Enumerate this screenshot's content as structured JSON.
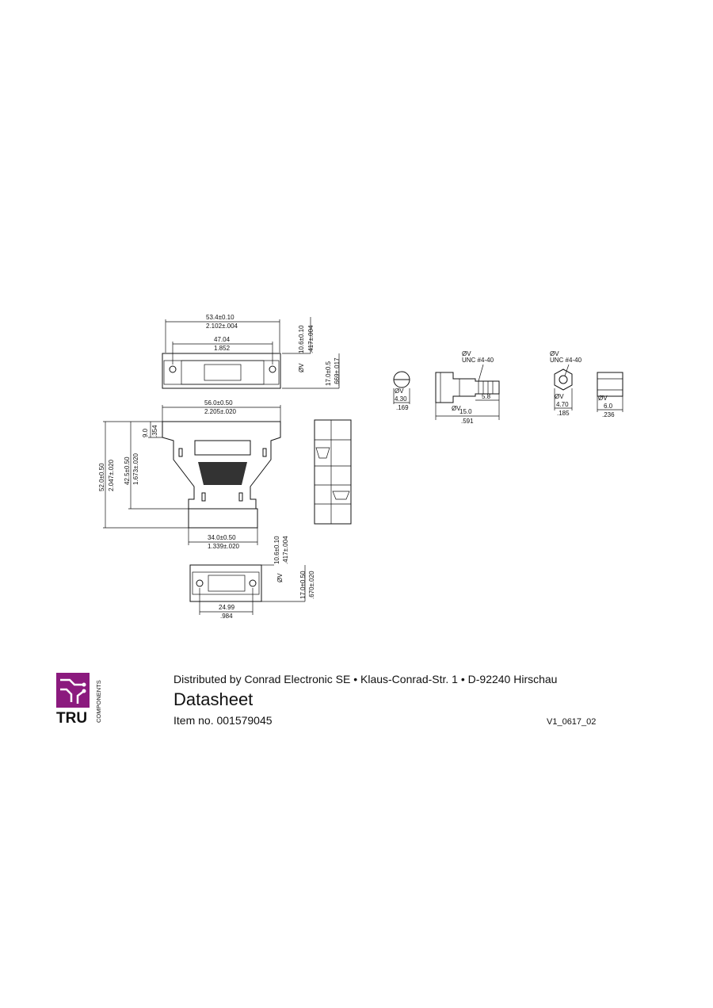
{
  "drawing": {
    "top_view": {
      "overall_width": "53.4±0.10",
      "overall_width_in": "2.102±.004",
      "hole_spacing": "47.04",
      "hole_spacing_in": "1.852",
      "height": "10.6±0.10",
      "height_in": ".417±.004",
      "depth": "17.0±0.5",
      "depth_in": ".669±.017"
    },
    "front_view": {
      "width": "56.0±0.50",
      "width_in": "2.205±.020",
      "top_offset": "9.0",
      "top_offset_in": ".354",
      "total_height": "52.0±0.50",
      "total_height_in": "2.047±.020",
      "body_height": "42.5±0.50",
      "body_height_in": "1.673±.020",
      "bottom_width": "34.0±0.50",
      "bottom_width_in": "1.339±.020"
    },
    "bottom_view": {
      "height": "10.6±0.10",
      "height_in": ".417±.004",
      "depth": "17.0±0.50",
      "depth_in": ".670±.020",
      "hole_spacing": "24.99",
      "hole_spacing_in": ".984"
    },
    "screw": {
      "head_dia": "4.30",
      "head_dia_in": ".169",
      "thread": "UNC #4-40",
      "thread_len": "5.8",
      "length": "15.0",
      "length_in": ".591"
    },
    "nut": {
      "thread": "UNC #4-40",
      "width": "4.70",
      "width_in": ".185",
      "thickness": "6.0",
      "thickness_in": ".236"
    }
  },
  "footer": {
    "logo_text": "TRU",
    "logo_sub": "COMPONENTS",
    "distributor": "Distributed by Conrad Electronic SE • Klaus-Conrad-Str. 1 • D-92240 Hirschau",
    "title": "Datasheet",
    "item": "Item no. 001579045",
    "version": "V1_0617_02"
  },
  "colors": {
    "logo_purple": "#8b1a7e"
  }
}
